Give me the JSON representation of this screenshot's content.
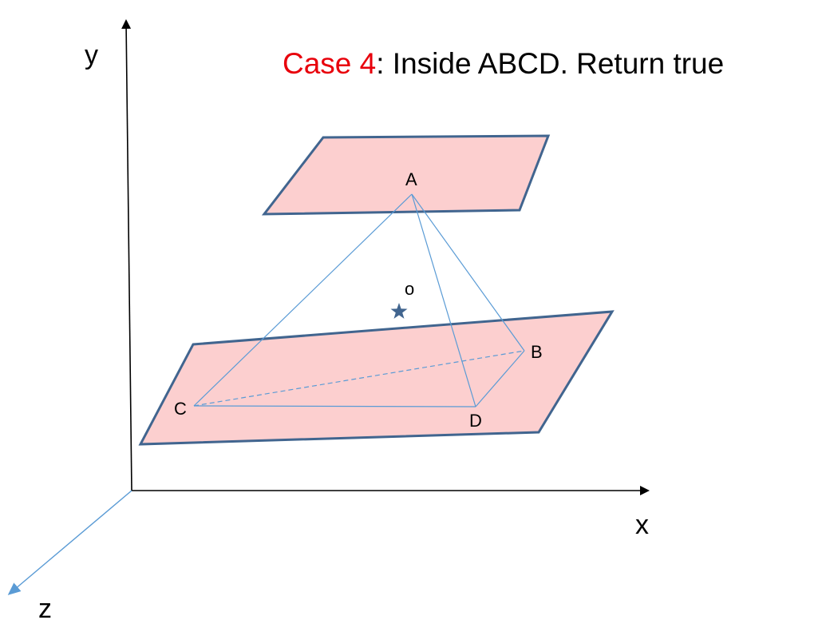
{
  "title": {
    "case_label": "Case 4",
    "message": ": Inside ABCD. Return true"
  },
  "axes": {
    "y_label": "y",
    "x_label": "x",
    "z_label": "z"
  },
  "points": {
    "a_label": "A",
    "b_label": "B",
    "c_label": "C",
    "d_label": "D",
    "o_label": "o"
  },
  "colors": {
    "case_highlight": "#e8000b",
    "plane_fill": "#fccfcf",
    "plane_stroke": "#41658f",
    "tetra_edge": "#5a9bd5",
    "star": "#41658f",
    "axis": "#000000",
    "z_axis": "#5a9bd5"
  }
}
